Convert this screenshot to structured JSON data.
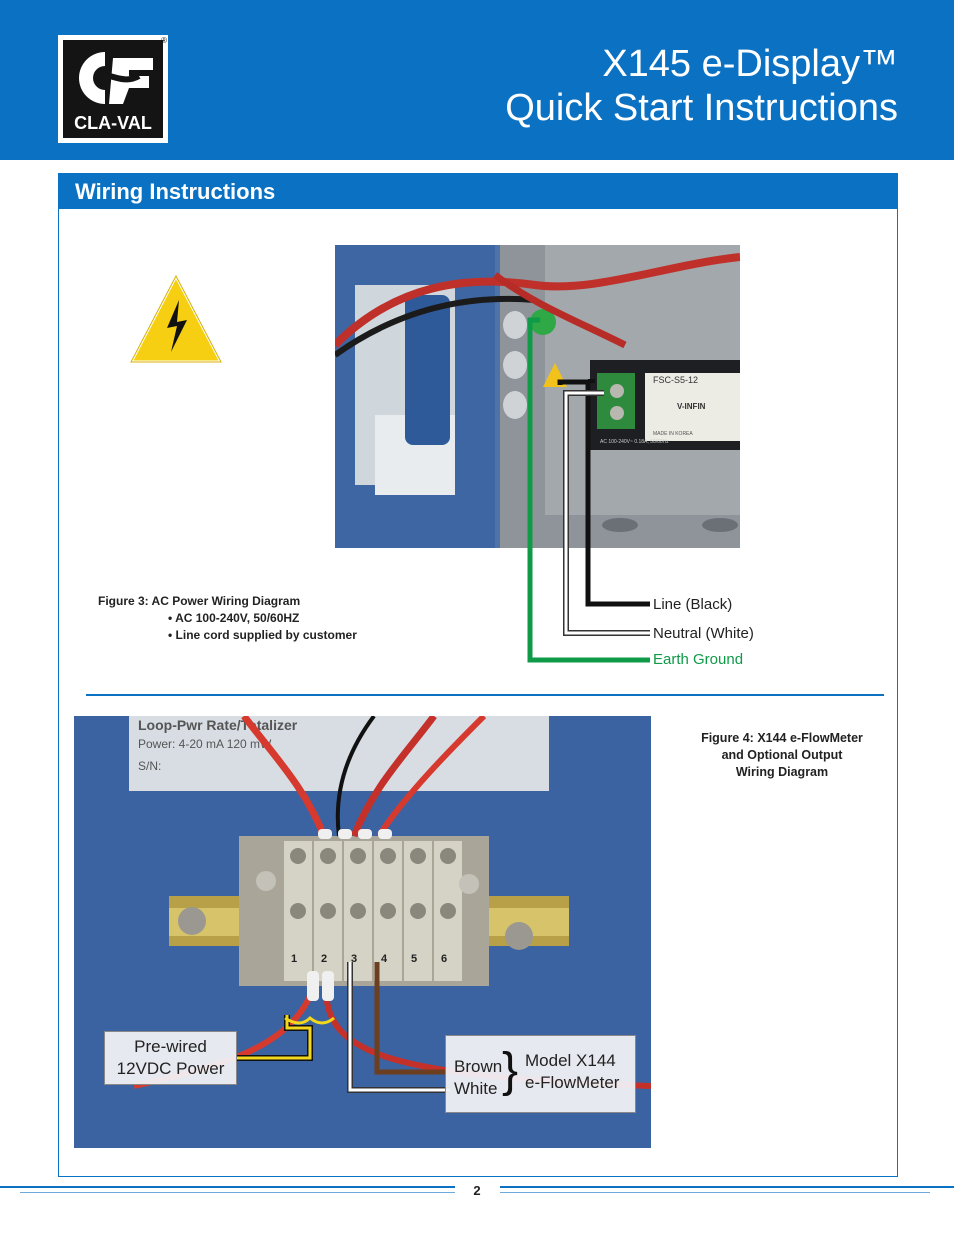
{
  "header": {
    "logo_text": "CLA-VAL",
    "logo_reg": "®",
    "title_line1": "X145  e-Display™",
    "title_line2": "Quick Start Instructions"
  },
  "section": {
    "title": "Wiring Instructions"
  },
  "figure3": {
    "caption": "Figure 3: AC Power Wiring Diagram",
    "bullets": [
      "•  AC 100-240V, 50/60HZ",
      "•  Line cord supplied by customer"
    ],
    "labels": {
      "line": "Line (Black)",
      "neutral": "Neutral (White)",
      "earth": "Earth Ground"
    },
    "photo_text": {
      "model": "FSC-S5-12",
      "brand": "V-INFIN",
      "spec": "AC 100-240V~ 0.18A, 50/60Hz",
      "made": "MADE IN KOREA"
    }
  },
  "figure4": {
    "caption_line1": "Figure 4: X144 e-FlowMeter",
    "caption_line2": "and Optional Output",
    "caption_line3": "Wiring Diagram",
    "photo_text": {
      "label_title": "Loop-Pwr Rate/Totalizer",
      "label_power": "Power:    4-20 mA 120 mW",
      "label_sn": "S/N:",
      "terminals": [
        "1",
        "2",
        "3",
        "4",
        "5",
        "6"
      ]
    },
    "box_power_line1": "Pre-wired",
    "box_power_line2": "12VDC Power",
    "box_brown": "Brown",
    "box_white": "White",
    "box_model_line1": "Model X144",
    "box_model_line2": "e-FlowMeter"
  },
  "footer": {
    "page_number": "2"
  },
  "colors": {
    "brand_blue": "#0b71c3",
    "earth_green": "#0f9a48",
    "wire_black": "#111111",
    "wire_brown": "#6b3f1f",
    "wire_yellow": "#f2d81c"
  }
}
